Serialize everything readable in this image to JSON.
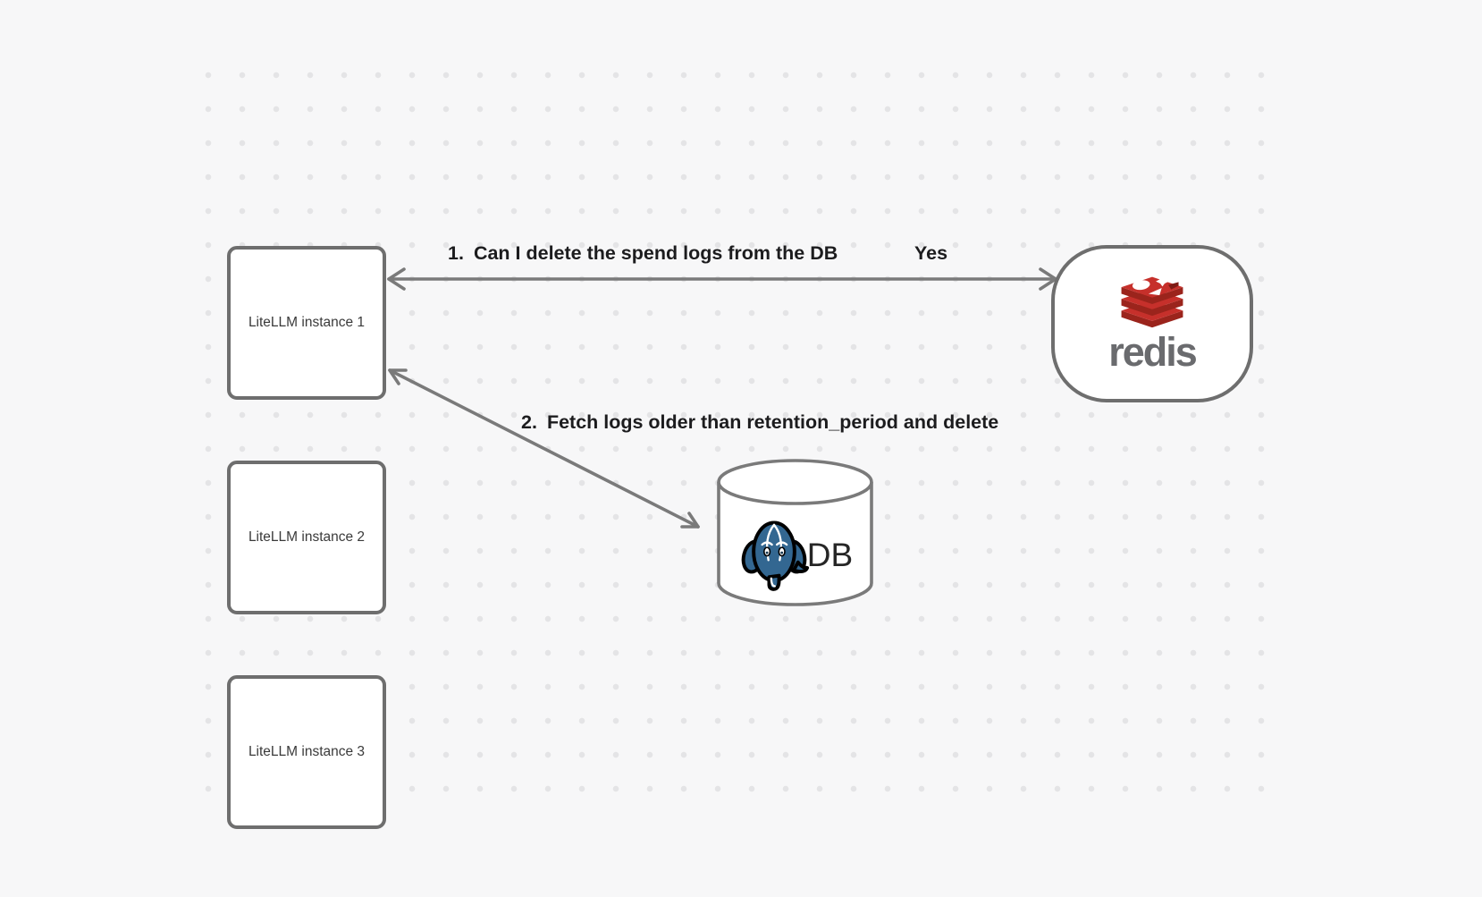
{
  "diagram": {
    "nodes": {
      "instance1": {
        "label": "LiteLLM instance 1"
      },
      "instance2": {
        "label": "LiteLLM instance 2"
      },
      "instance3": {
        "label": "LiteLLM instance 3"
      },
      "redis": {
        "wordmark": "redis"
      },
      "db": {
        "label": "DB"
      }
    },
    "edges": {
      "edge1": {
        "number": "1.",
        "text": "Can I delete the spend logs from the DB",
        "response": "Yes"
      },
      "edge2": {
        "number": "2.",
        "text": "Fetch logs older than retention_period and delete"
      }
    },
    "icons": {
      "redis_logo": "redis-stack-cube-icon",
      "postgres_logo": "postgresql-elephant-icon",
      "db_shape": "database-cylinder-icon"
    },
    "colors": {
      "background": "#f7f7f8",
      "grid_dot": "#e4e4e6",
      "node_border": "#6e6e6e",
      "node_fill": "#ffffff",
      "arrow": "#7a7a7a",
      "label_text": "#1c1c1e",
      "node_text": "#3a3a3a",
      "redis_red": "#c6302b",
      "redis_dark_red": "#9b241c",
      "redis_notch": "#7e1a14",
      "redis_gray": "#6a6b6e",
      "postgres_blue": "#336791",
      "db_text": "#262626"
    }
  }
}
